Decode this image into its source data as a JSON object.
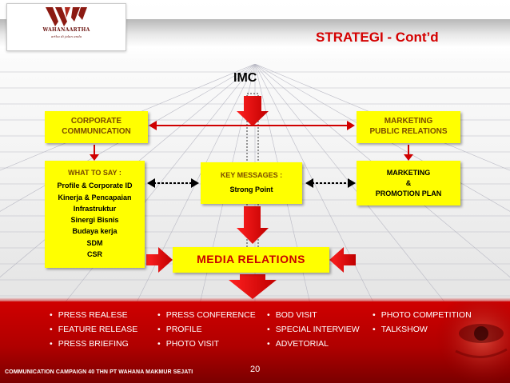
{
  "slide": {
    "title": "STRATEGI - Cont’d",
    "page_number": "20",
    "footer": "COMMUNICATION CAMPAIGN 40 THN PT WAHANA MAKMUR SEJATI"
  },
  "logo": {
    "name": "WAHANAARTHA",
    "tagline": "artha di jalan anda"
  },
  "diagram": {
    "imc_label": "IMC",
    "corporate_communication": [
      "CORPORATE",
      "COMMUNICATION"
    ],
    "marketing_public_relations": [
      "MARKETING",
      "PUBLIC RELATIONS"
    ],
    "what_to_say": {
      "title": "WHAT TO SAY :",
      "items": [
        "Profile & Corporate ID",
        "Kinerja & Pencapaian",
        "Infrastruktur",
        "Sinergi Bisnis",
        "Budaya kerja",
        "SDM",
        "CSR"
      ]
    },
    "key_messages": {
      "title": "KEY MESSAGES :",
      "value": "Strong Point"
    },
    "marketing_plan": [
      "MARKETING",
      "&",
      "PROMOTION PLAN"
    ],
    "media_relations": "MEDIA RELATIONS"
  },
  "activities": {
    "col1": [
      "PRESS REALESE",
      "FEATURE RELEASE",
      "PRESS BRIEFING"
    ],
    "col2": [
      "PRESS CONFERENCE",
      "PROFILE",
      "PHOTO VISIT"
    ],
    "col3": [
      "BOD VISIT",
      "SPECIAL INTERVIEW",
      "ADVETORIAL"
    ],
    "col4": [
      "PHOTO  COMPETITION",
      "TALKSHOW"
    ]
  },
  "colors": {
    "title_red": "#d40000",
    "box_yellow": "#ffff00",
    "arrow_red": "#e00000",
    "band_red": "#c00000"
  }
}
